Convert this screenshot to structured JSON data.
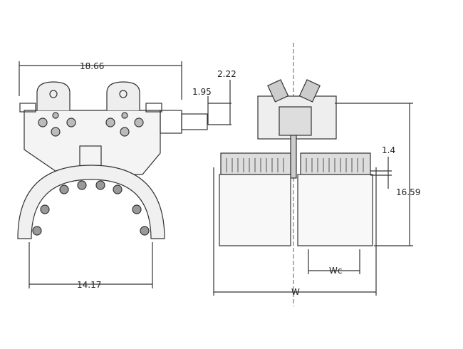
{
  "dimensions": {
    "width_top": "18.66",
    "offset_222": "2.22",
    "offset_195": "1.95",
    "gap_14": "1.4",
    "height": "16.59",
    "wc": "Wc",
    "width_bottom": "14.17",
    "w": "W"
  }
}
